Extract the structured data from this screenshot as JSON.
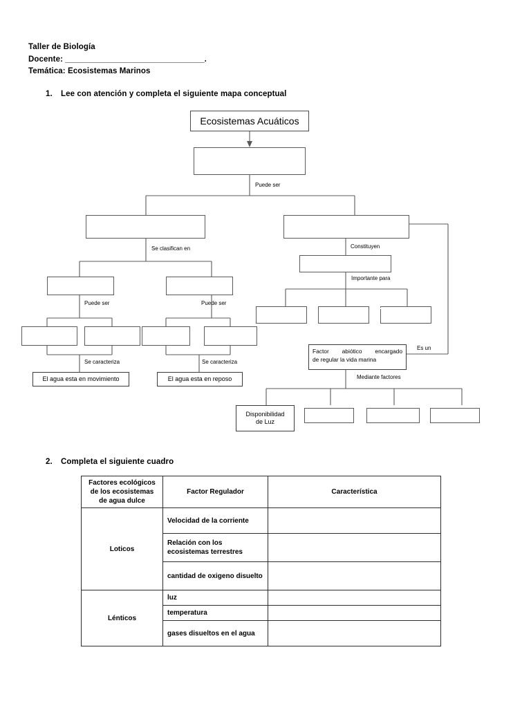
{
  "header": {
    "line1": "Taller de Biología",
    "line2": "Docente: _______________________________.",
    "line3": "Temática: Ecosistemas Marinos"
  },
  "instructions": [
    {
      "number": "1.",
      "text": "Lee con atención y completa el siguiente mapa conceptual"
    },
    {
      "number": "2.",
      "text": "Completa el siguiente cuadro"
    }
  ],
  "concept_map": {
    "nodes": {
      "root": "Ecosistemas Acuáticos",
      "level2": "",
      "left_branch": "",
      "right_branch": "",
      "left_child_a": "",
      "left_child_b": "",
      "left_leaf_1": "",
      "left_leaf_2": "",
      "left_leaf_3": "",
      "left_leaf_4": "",
      "left_result_1": "El agua esta en movimiento",
      "left_result_2": "El agua esta en reposo",
      "right_constituyen": "",
      "right_imp_1": "",
      "right_imp_2": "",
      "right_imp_3": "",
      "right_side_box": "",
      "factor_abiotico_l1a": "Factor",
      "factor_abiotico_l1b": "abiótico",
      "factor_abiotico_l1c": "encargado",
      "factor_abiotico_l2": "de regular la vida marina",
      "factor_1_line1": "Disponibilidad",
      "factor_1_line2": "de Luz",
      "factor_2": "",
      "factor_3": "",
      "factor_4": ""
    },
    "edge_labels": {
      "puede_ser_top": "Puede ser",
      "se_clasifican_en": "Se clasifican en",
      "puede_ser_left": "Puede ser",
      "puede_ser_right": "Puede ser",
      "se_caracteriza_left": "Se caracteriza",
      "se_caracteriza_right": "Se caracteriza",
      "constituyen": "Constituyen",
      "importante_para": "Importante para",
      "es_un": "Es un",
      "mediante_factores": "Mediante factores"
    },
    "line_color": "#58595b"
  },
  "table": {
    "headers": [
      "Factores ecológicos de los ecosistemas de agua dulce",
      "Factor Regulador",
      "Característica"
    ],
    "header_col1_lines": [
      "Factores ecológicos",
      "de los ecosistemas",
      "de agua dulce"
    ],
    "groups": [
      {
        "label": "Loticos",
        "rows": [
          {
            "factor": "Velocidad de la corriente",
            "caracteristica": ""
          },
          {
            "factor": "Relación con los ecosistemas terrestres",
            "caracteristica": ""
          },
          {
            "factor": "cantidad de oxigeno disuelto",
            "caracteristica": ""
          }
        ]
      },
      {
        "label": "Lénticos",
        "rows": [
          {
            "factor": "luz",
            "caracteristica": ""
          },
          {
            "factor": "temperatura",
            "caracteristica": ""
          },
          {
            "factor": "gases disueltos en el agua",
            "caracteristica": ""
          }
        ]
      }
    ]
  }
}
